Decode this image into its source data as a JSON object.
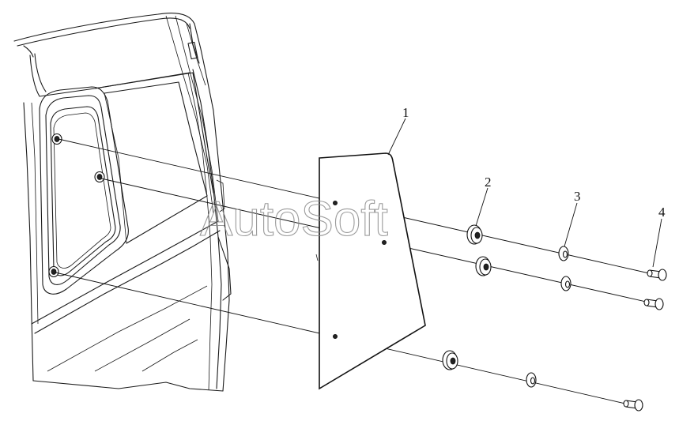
{
  "watermark": "AutoSoft",
  "callouts": [
    {
      "id": "callout-1",
      "label": "1"
    },
    {
      "id": "callout-2",
      "label": "2"
    },
    {
      "id": "callout-3",
      "label": "3"
    },
    {
      "id": "callout-4",
      "label": "4"
    }
  ],
  "colors": {
    "line": "#111111",
    "watermark": "#8a8a8a",
    "background": "#ffffff"
  }
}
